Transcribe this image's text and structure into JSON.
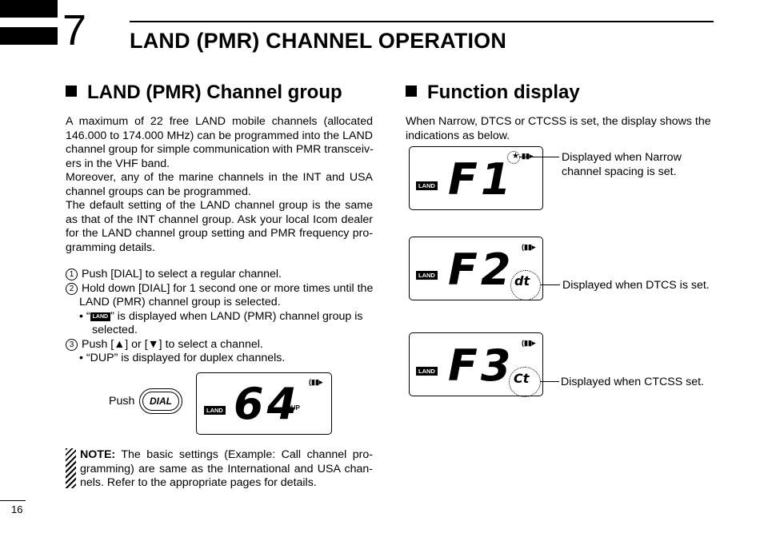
{
  "chapter": {
    "number": "7",
    "title": "LAND (PMR) CHANNEL OPERATION"
  },
  "left": {
    "heading": "LAND (PMR) Channel group",
    "para_lines": [
      "A maximum of 22 free LAND mobile channels (allocated",
      "146.000 to 174.000 MHz) can be programmed into the LAND",
      "channel group for simple communication with PMR transceiv-",
      "ers in the VHF band.",
      "Moreover, any of the marine channels in the INT and USA",
      "channel groups can be programmed.",
      "The default setting of the LAND channel group is the same",
      "as that of the INT channel group. Ask your local Icom dealer",
      "for the LAND channel group setting and PMR frequency pro-",
      "gramming details."
    ],
    "steps": {
      "n1": "1",
      "s1": "Push [DIAL] to select a regular channel.",
      "n2": "2",
      "s2a": "Hold down [DIAL] for 1 second one or more times until the",
      "s2b": "LAND (PMR) channel group is selected.",
      "b1_pre": "• “",
      "b1_icon": "LAND",
      "b1_post": "” is displayed when LAND (PMR) channel group is",
      "b1_cont": "selected.",
      "n3": "3",
      "s3": "Push [▲] or [▼] to select a channel.",
      "b2": "• “DUP” is displayed for duplex channels."
    },
    "figure": {
      "push": "Push",
      "dial": "DIAL",
      "land": "LAND",
      "channel": "64",
      "dup": "DUP"
    },
    "note": {
      "label": "NOTE:",
      "line1": "The basic settings (Example: Call channel pro-",
      "line2": "gramming) are same as the International and USA chan-",
      "line3": "nels. Refer to the appropriate pages for details."
    }
  },
  "right": {
    "heading": "Function display",
    "intro1": "When Narrow, DTCS or CTCSS is set, the display shows the",
    "intro2": "indications as below.",
    "displays": [
      {
        "land": "LAND",
        "text": "F1",
        "indicator": "★",
        "callout1": "Displayed when Narrow",
        "callout2": "channel spacing is set."
      },
      {
        "land": "LAND",
        "text": "F2",
        "indicator": "dt",
        "callout1": "Displayed when DTCS is set."
      },
      {
        "land": "LAND",
        "text": "F3",
        "indicator": "Ct",
        "callout1": "Displayed when CTCSS set."
      }
    ]
  },
  "page_number": "16"
}
